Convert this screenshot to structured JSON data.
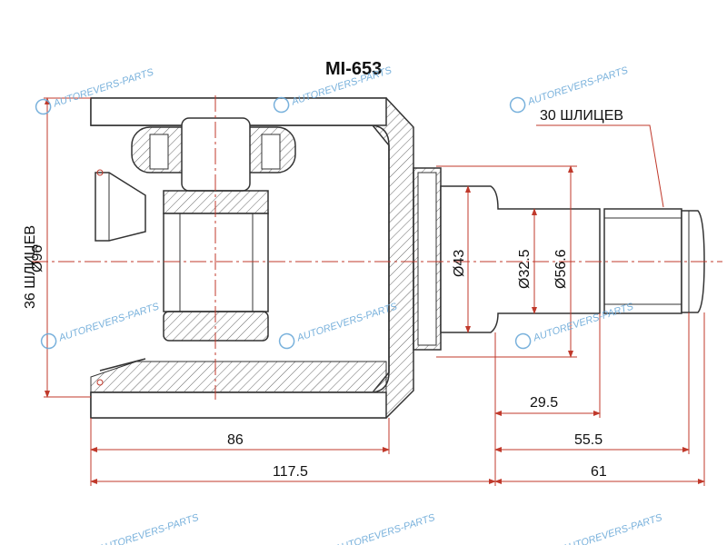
{
  "title": "MI-653",
  "labels": {
    "outer_splines": "36 ШЛИЦЕВ",
    "outer_diameter": "Ø96",
    "shaft_splines": "30 ШЛИЦЕВ",
    "d43": "Ø43",
    "d32_5": "Ø32.5",
    "d56_6": "Ø56.6"
  },
  "dimensions": {
    "d29_5": "29.5",
    "d86": "86",
    "d55_5": "55.5",
    "d117_5": "117.5",
    "d61": "61"
  },
  "watermark": {
    "text": "AUTOREVERS-PARTS",
    "icon": "ar-logo-icon"
  },
  "colors": {
    "outline": "#333333",
    "hatch": "#555555",
    "dimension": "#c0392b",
    "centerline": "#c0392b",
    "watermark": "#6aa9d8"
  }
}
